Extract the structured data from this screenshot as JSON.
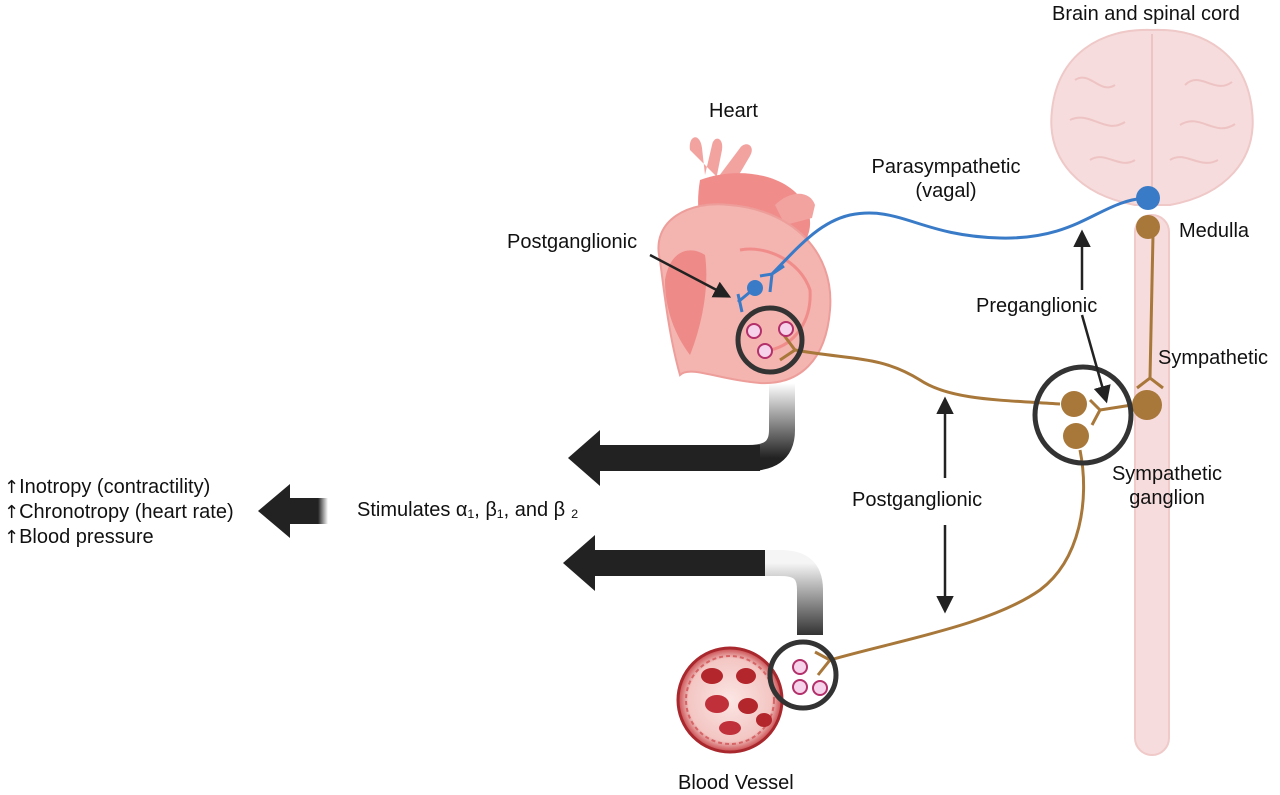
{
  "labels": {
    "brain": "Brain and spinal cord",
    "heart": "Heart",
    "parasympathetic_line1": "Parasympathetic",
    "parasympathetic_line2": "(vagal)",
    "postganglionic_heart": "Postganglionic",
    "medulla": "Medulla",
    "preganglionic": "Preganglionic",
    "sympathetic": "Sympathetic",
    "postganglionic_middle": "Postganglionic",
    "ganglion_line1": "Sympathetic",
    "ganglion_line2": "ganglion",
    "stimulates": "Stimulates α₁, β₁, and β ₂",
    "blood_vessel": "Blood Vessel"
  },
  "effects": [
    {
      "arrow": "↑",
      "text": "Inotropy (contractility)"
    },
    {
      "arrow": "↑",
      "text": "Chronotropy (heart rate)"
    },
    {
      "arrow": "↑",
      "text": "Blood pressure"
    }
  ],
  "colors": {
    "parasympathetic": "#3a7bc8",
    "sympathetic": "#a8773a",
    "spinal_tissue": "#f6dcdc",
    "heart": "#f2a3a0",
    "vessel": "#c43a3f",
    "arrow": "#222222"
  }
}
